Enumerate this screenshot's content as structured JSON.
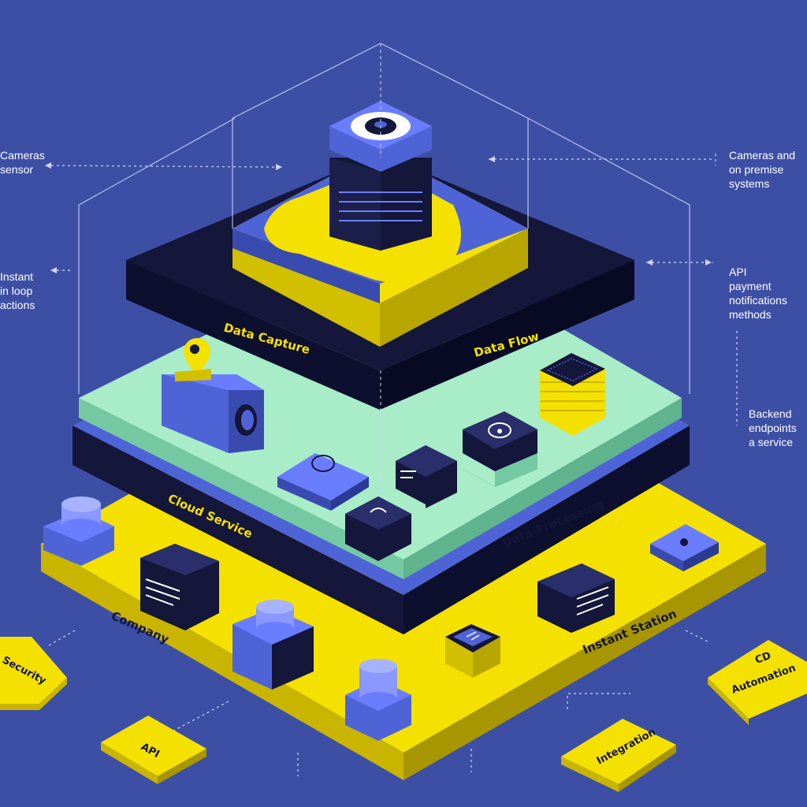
{
  "colors": {
    "background": "#3d4fa5",
    "navy": "#14163a",
    "yellow": "#f5e100",
    "mint": "#a8ecc8",
    "blue": "#4e64d6",
    "dashed": "#cfd6ff"
  },
  "layers": {
    "top_left": "Data Capture",
    "top_right": "Data Flow",
    "middle_left": "Cloud Service",
    "middle_right": "Data Processing",
    "bottom_left": "Company",
    "bottom_right": "Instant Station"
  },
  "side_labels": {
    "left_top": [
      "Cameras",
      "sensor"
    ],
    "left_mid": [
      "Instant",
      "in loop",
      "actions"
    ],
    "right_top": [
      "Cameras and",
      "on premise",
      "systems"
    ],
    "right_mid": [
      "API",
      "payment",
      "notifications",
      "methods"
    ],
    "right_low": [
      "Backend",
      "endpoints",
      "a service"
    ]
  },
  "tags": {
    "left": "Security",
    "api": "API",
    "right_bottom": "Integration",
    "right": [
      "CD",
      "Automation"
    ]
  },
  "icons": [
    "camera-icon",
    "server-icon",
    "location-pin-icon",
    "storage-box-icon",
    "database-stack-icon",
    "terminal-icon",
    "lock-icon",
    "cylinder-icon",
    "monitor-icon"
  ]
}
